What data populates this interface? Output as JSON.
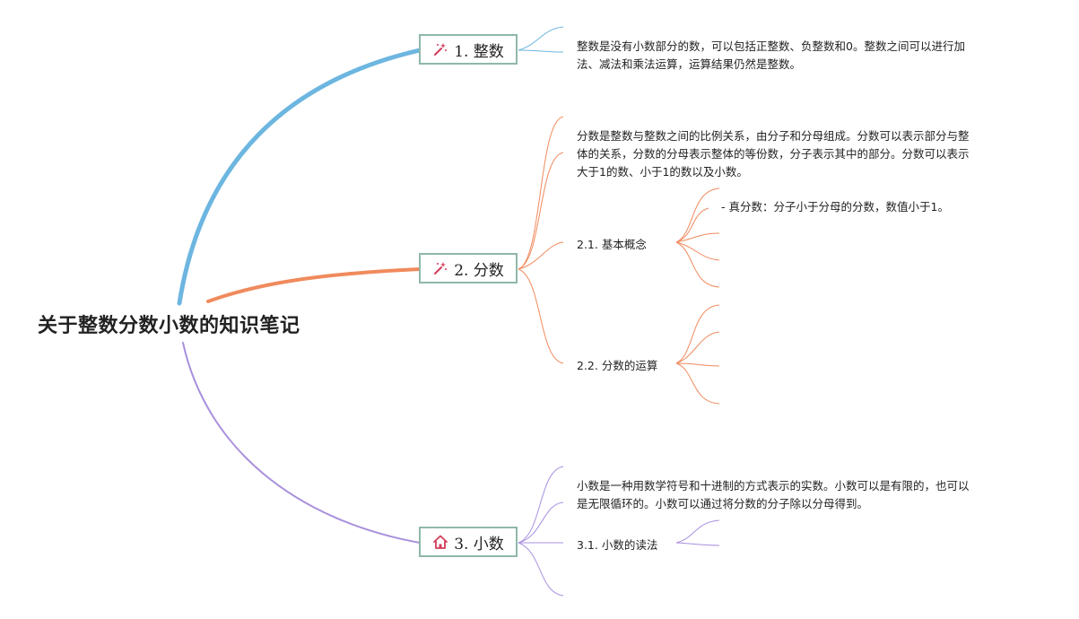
{
  "mindmap": {
    "root": {
      "title": "关于整数分数小数的知识笔记"
    },
    "branches": [
      {
        "label": "1. 整数",
        "icon": "magic-wand-icon",
        "color": "#6cb6e0",
        "note_lines": [
          "整数是没有小数部分的数，可以包括正整数、负整数和0。整数之间可以进行加",
          "法、减法和乘法运算，运算结果仍然是整数。"
        ]
      },
      {
        "label": "2. 分数",
        "icon": "magic-wand-icon",
        "color": "#f08a5d",
        "note_lines": [
          "分数是整数与整数之间的比例关系，由分子和分母组成。分数可以表示部分与整",
          "体的关系，分数的分母表示整体的等份数，分子表示其中的部分。分数可以表示",
          "大于1的数、小于1的数以及小数。"
        ],
        "children": [
          {
            "label": "2.1. 基本概念",
            "detail": "- 真分数：分子小于分母的分数，数值小于1。"
          },
          {
            "label": "2.2. 分数的运算"
          }
        ]
      },
      {
        "label": "3. 小数",
        "icon": "house-icon",
        "color": "#a990dd",
        "note_lines": [
          "小数是一种用数学符号和十进制的方式表示的实数。小数可以是有限的，也可以",
          "是无限循环的。小数可以通过将分数的分子除以分母得到。"
        ],
        "children": [
          {
            "label": "3.1. 小数的读法"
          }
        ]
      }
    ]
  }
}
